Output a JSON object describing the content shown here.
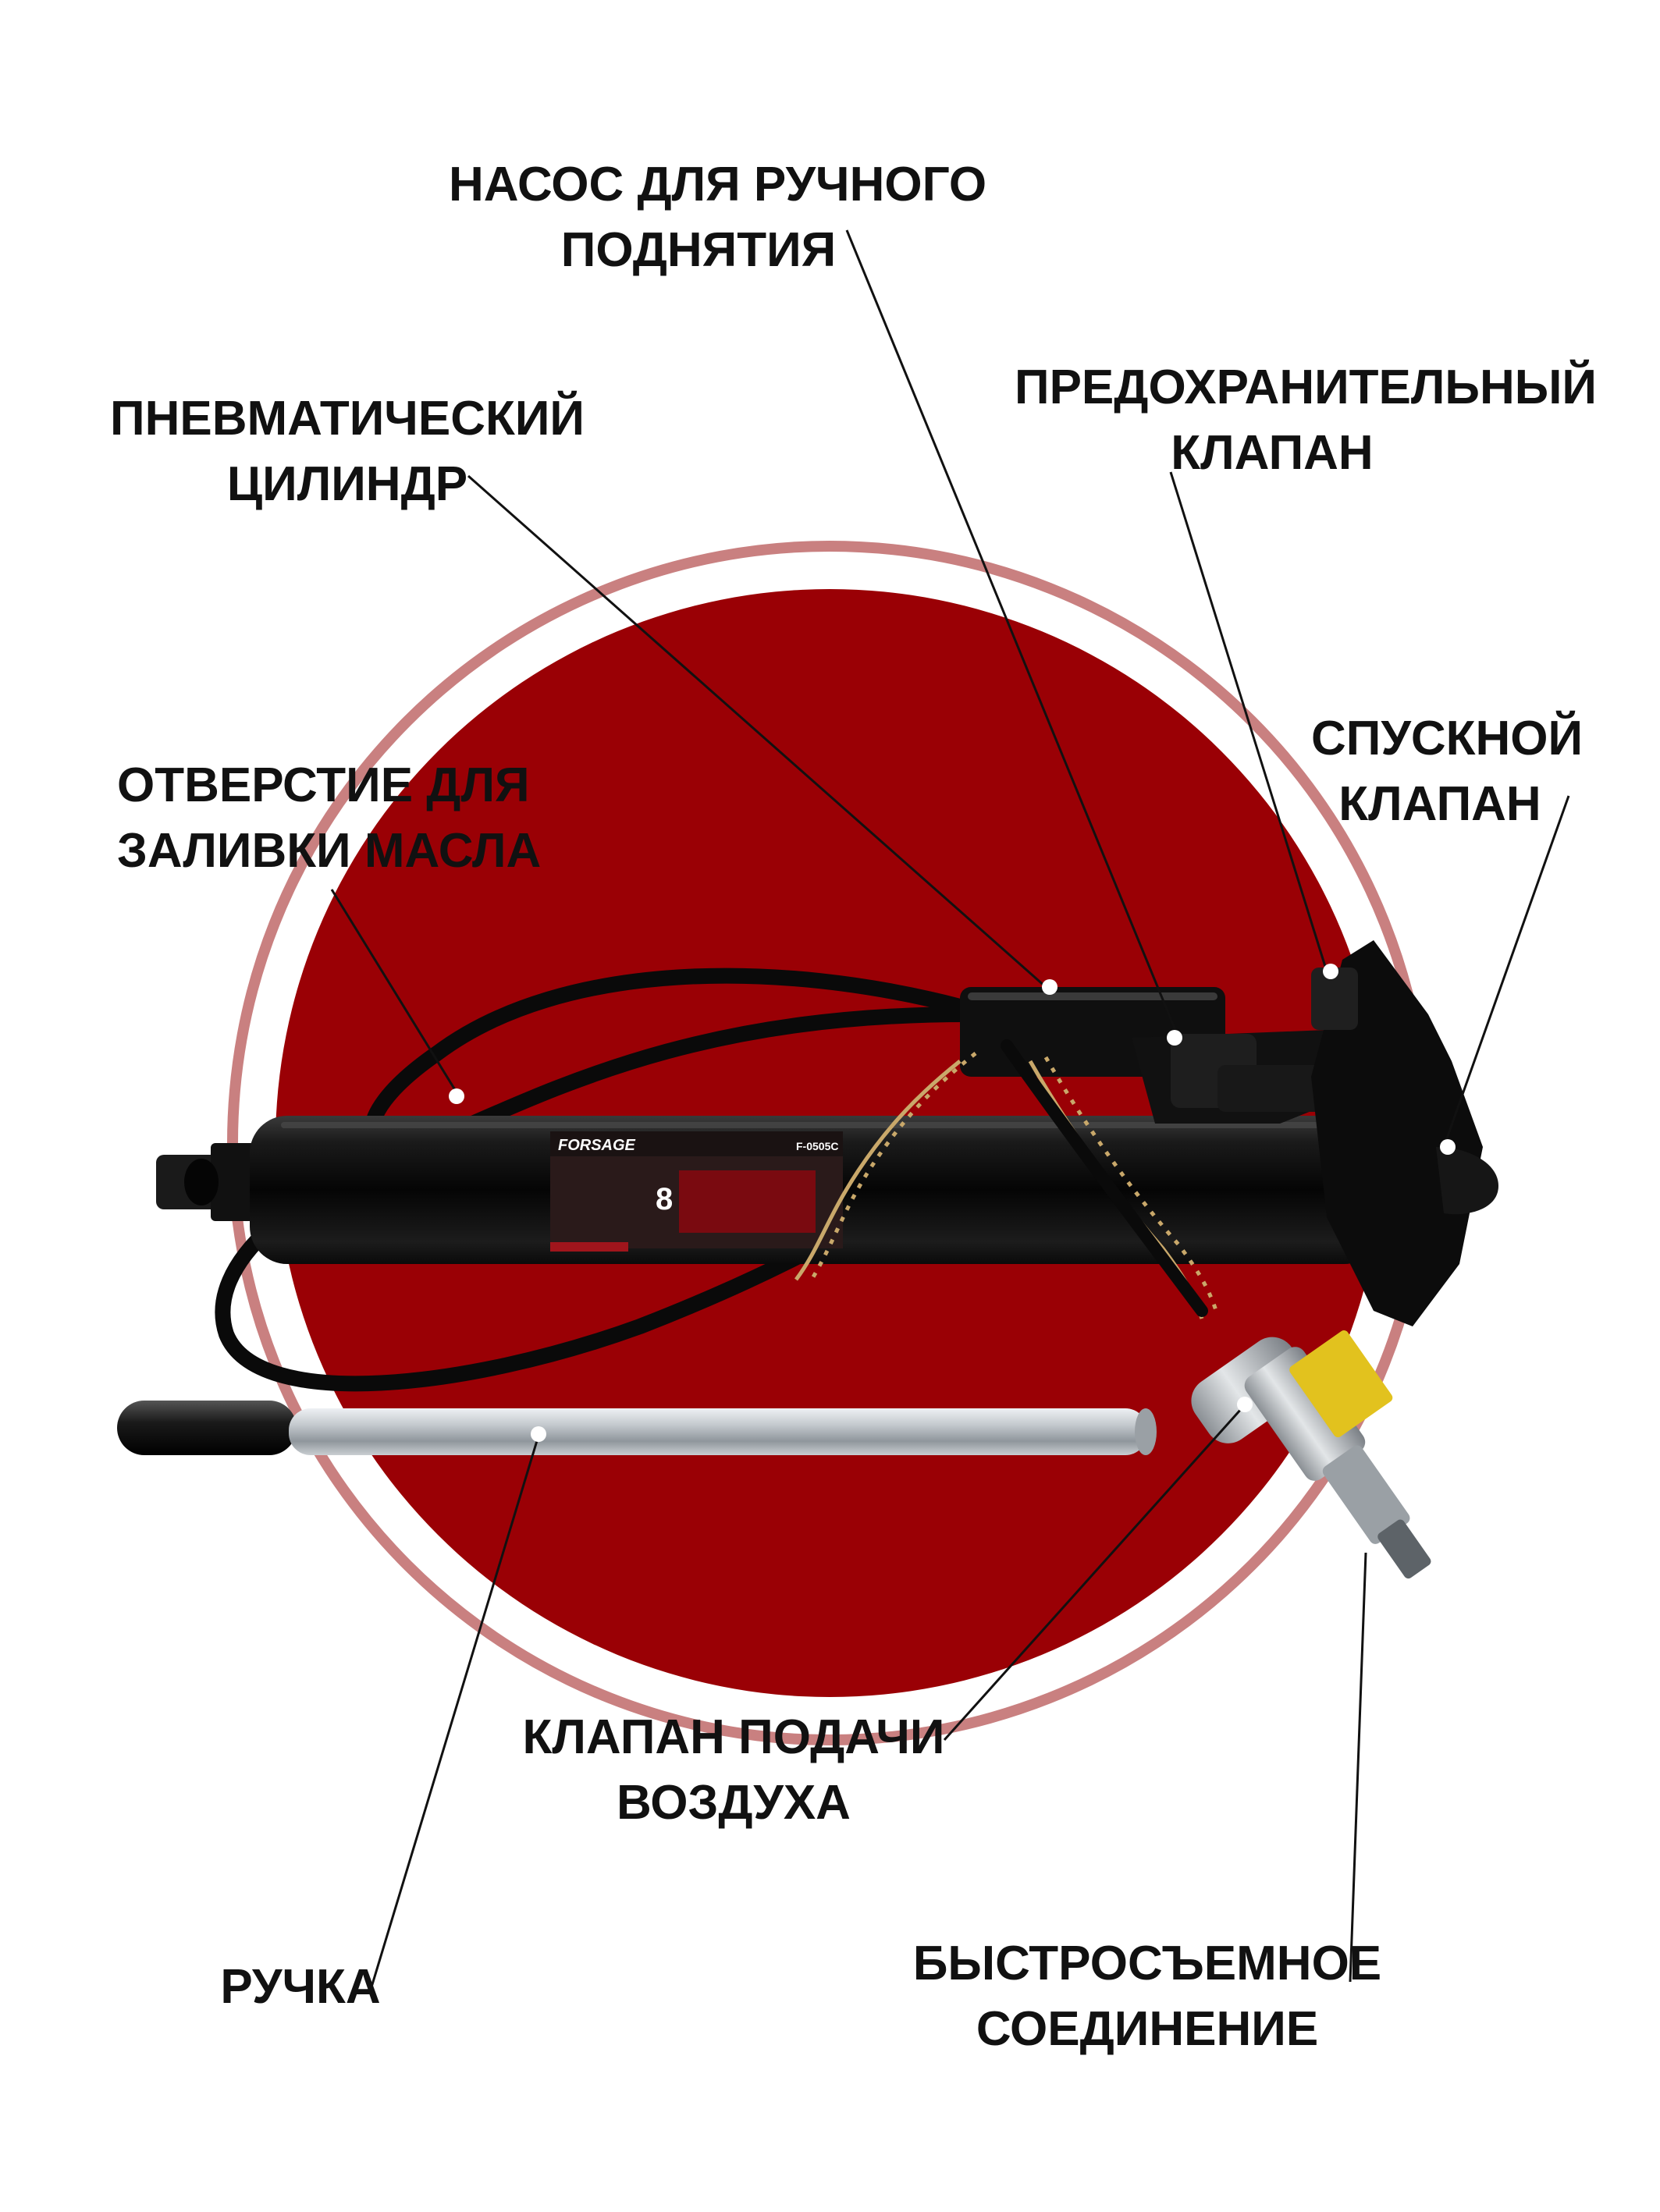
{
  "labels": {
    "pump": [
      "НАСОС ДЛЯ РУЧНОГО",
      "ПОДНЯТИЯ"
    ],
    "pneumatic_cylinder": [
      "ПНЕВМАТИЧЕСКИЙ",
      "ЦИЛИНДР"
    ],
    "safety_valve": [
      "ПРЕДОХРАНИТЕЛЬНЫЙ",
      "КЛАПАН"
    ],
    "release_valve": [
      "СПУСКНОЙ",
      "КЛАПАН"
    ],
    "oil_fill": [
      "ОТВЕРСТИЕ ДЛЯ",
      "ЗАЛИВКИ МАСЛА"
    ],
    "air_valve": [
      "КЛАПАН ПОДАЧИ",
      "ВОЗДУХА"
    ],
    "handle": [
      "РУЧКА"
    ],
    "quick_coupler": [
      "БЫСТРОСЪЕМНОЕ",
      "СОЕДИНЕНИЕ"
    ]
  },
  "product_sticker": {
    "brand": "FORSAGE",
    "model": "F-0505C",
    "tonnage": "8"
  },
  "colors": {
    "circle_fill": "#9a0005",
    "circle_ring": "#c98080",
    "cylinder_body": "#0d0d0d",
    "leader_line": "#111111"
  }
}
